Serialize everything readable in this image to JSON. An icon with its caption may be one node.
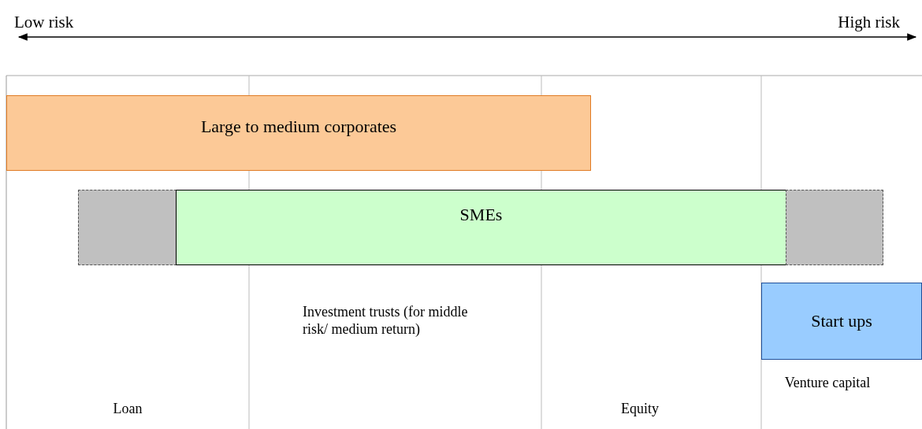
{
  "diagram": {
    "nodes": [
      {
        "text": [
          "Large to medium corporates"
        ]
      },
      {
        "text": [],
        "shape": "box"
      },
      {
        "text": [
          "SMEs"
        ]
      },
      {
        "text": [],
        "shape": "box"
      },
      {
        "text": [
          "Start ups"
        ]
      }
    ],
    "labels": [
      "Low risk",
      "High risk",
      "Loan",
      "Investment trusts (for middle risk/ medium return)",
      "Equity",
      "Venture capital"
    ]
  }
}
